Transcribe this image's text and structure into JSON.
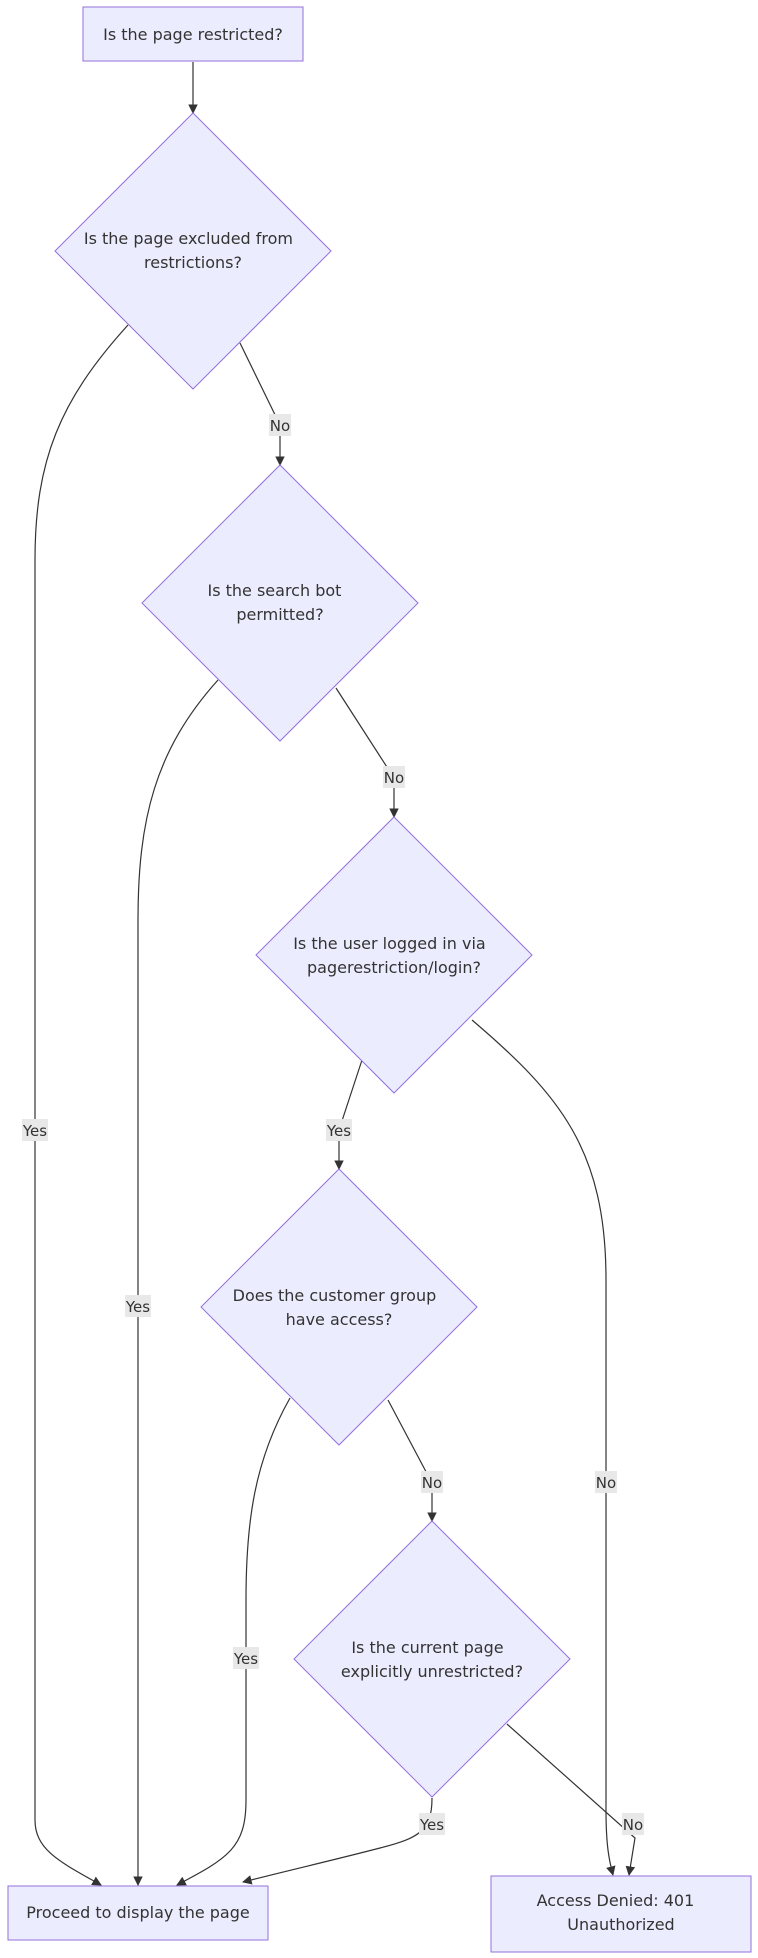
{
  "nodes": {
    "start": "Is the page restricted?",
    "excluded": [
      "Is the page excluded from",
      "restrictions?"
    ],
    "searchbot": [
      "Is the search bot",
      "permitted?"
    ],
    "loggedin": [
      "Is the user logged in via",
      "pagerestriction/login?"
    ],
    "group": [
      "Does the customer group",
      "have access?"
    ],
    "unrestricted": [
      "Is the current page",
      "explicitly unrestricted?"
    ],
    "proceed": "Proceed to display the page",
    "denied": [
      "Access Denied: 401",
      "Unauthorized"
    ]
  },
  "edge_labels": {
    "excluded_yes": "Yes",
    "excluded_no": "No",
    "searchbot_yes": "Yes",
    "searchbot_no": "No",
    "loggedin_yes": "Yes",
    "loggedin_no": "No",
    "group_yes": "Yes",
    "group_no": "No",
    "unrestricted_yes": "Yes",
    "unrestricted_no": "No"
  },
  "colors": {
    "node_fill": "#ececff",
    "node_stroke": "#9370db",
    "edge": "#333333",
    "label_bg": "#e8e8e8"
  }
}
